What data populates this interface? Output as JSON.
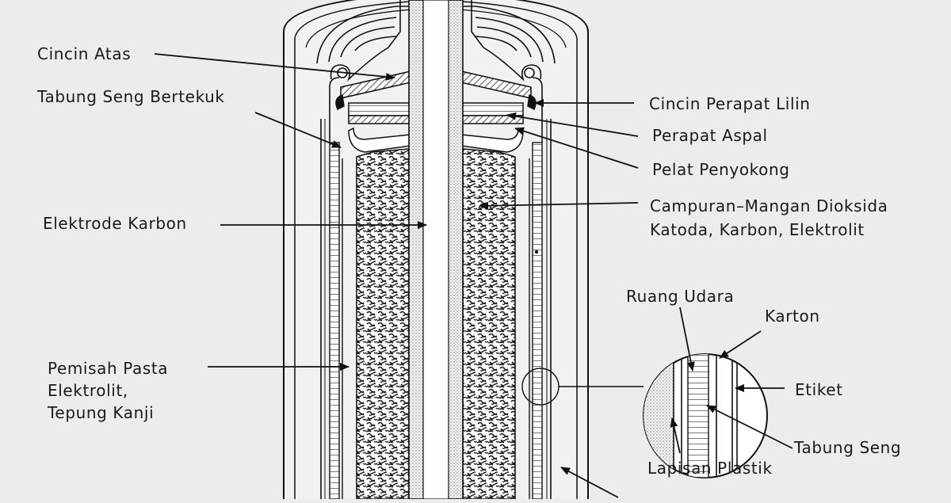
{
  "labels": {
    "cincin_atas": "Cincin Atas",
    "tabung_seng_bertekuk": "Tabung Seng Bertekuk",
    "elektrode_karbon": "Elektrode Karbon",
    "pemisah_1": "Pemisah Pasta",
    "pemisah_2": "Elektrolit,",
    "pemisah_3": "Tepung Kanji",
    "cincin_perapat_lilin": "Cincin Perapat Lilin",
    "perapat_aspal": "Perapat Aspal",
    "pelat_penyokong": "Pelat Penyokong",
    "campuran_1": "Campuran–Mangan Dioksida",
    "campuran_2": "Katoda, Karbon, Elektrolit",
    "ruang_udara": "Ruang Udara",
    "karton": "Karton",
    "etiket": "Etiket",
    "tabung_seng": "Tabung Seng",
    "lapisan_plastik": "Lapisan Plastik"
  },
  "colors": {
    "ink": "#1a1a1a",
    "paper": "#ececea",
    "mix": "#cfcfcc",
    "rod": "#d8d8d6"
  }
}
